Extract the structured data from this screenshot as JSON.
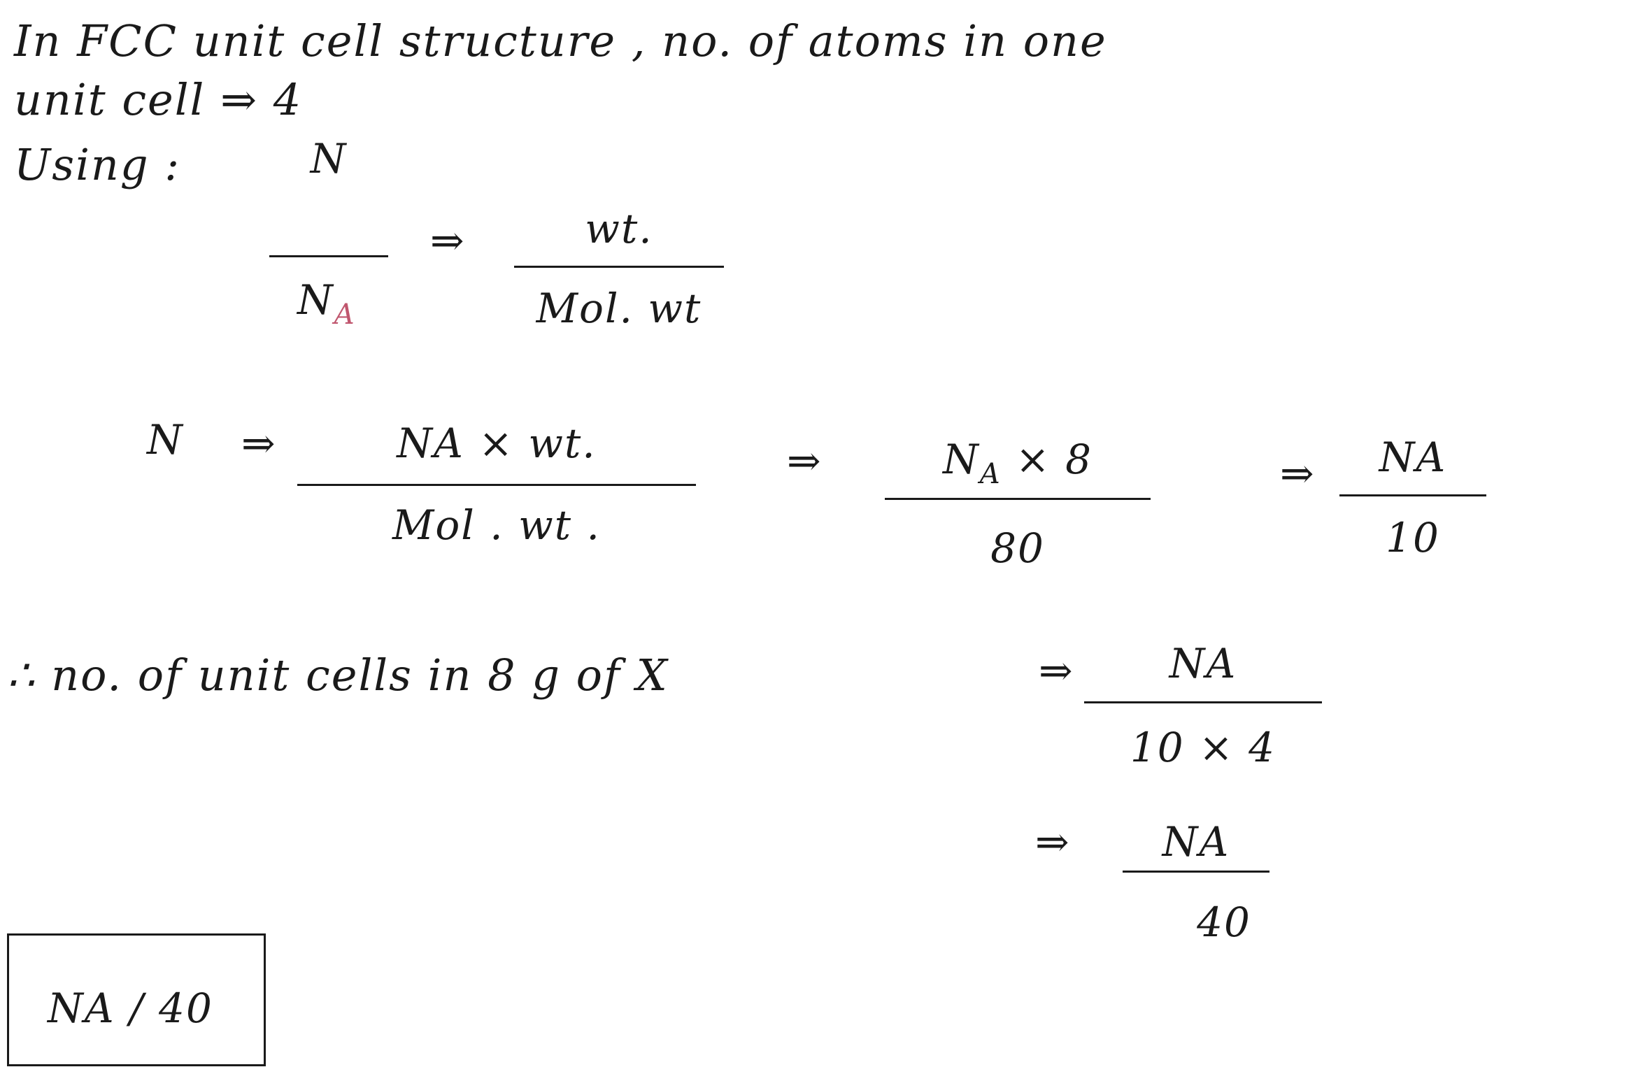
{
  "line1": "In   FCC  unit  cell  structure ,  no. of  atoms  in  one",
  "line2": "unit  cell  ⇒ 4",
  "using": {
    "label": "Using :",
    "lhs_num": "N",
    "lhs_den_main": "N",
    "lhs_den_sub": "A",
    "arrow": "⇒",
    "rhs_num": "wt.",
    "rhs_den": "Mol. wt"
  },
  "eq2": {
    "lhs": "N",
    "arrow1": "⇒",
    "num1": "NA  ×  wt.",
    "den1": "Mol . wt .",
    "arrow2": "⇒",
    "num2_main": "N",
    "num2_sub": "A",
    "num2_rest": "  ×  8",
    "den2": "80",
    "arrow3": "⇒",
    "num3": "NA",
    "den3": "10"
  },
  "eq3": {
    "text": "∴ no.  of   unit  cells  in  8 g  of  X",
    "arrow": "⇒",
    "num": "NA",
    "den": "10 × 4"
  },
  "eq4": {
    "arrow": "⇒",
    "num": "NA",
    "den": "40"
  },
  "answer": "NA / 40"
}
